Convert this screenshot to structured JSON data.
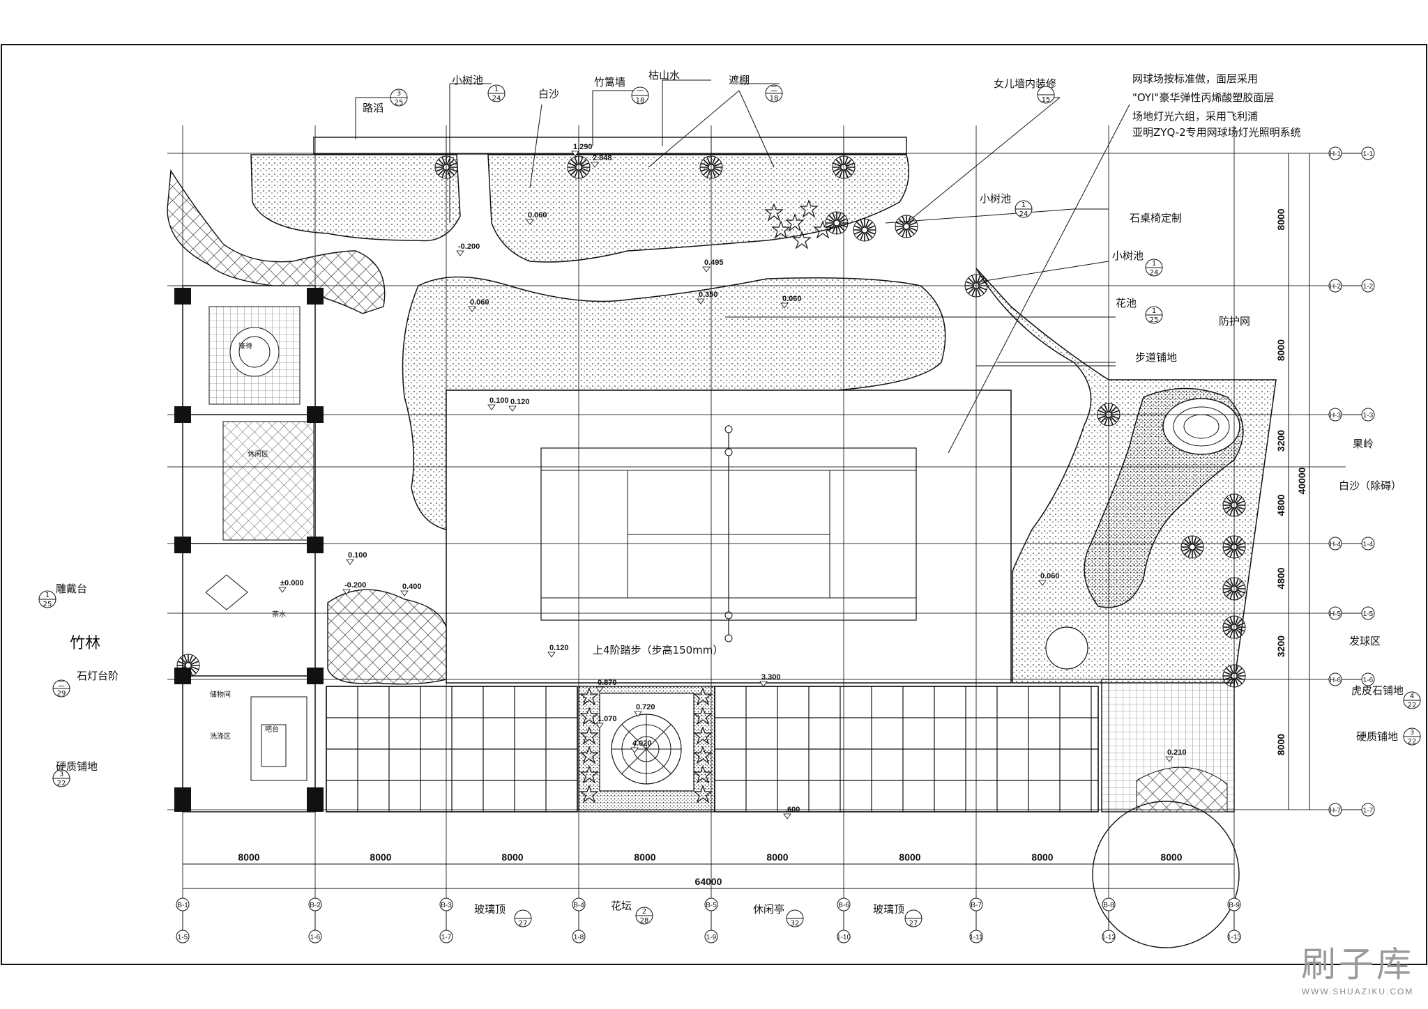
{
  "labels": {
    "road": "路滔",
    "small_pool": "小树池",
    "white_sand": "白沙",
    "bamboo_wall": "竹篱墙",
    "dry_landscape": "枯山水",
    "shade": "遮棚",
    "daughter_wall": "女儿墙内装修",
    "tennis_note_1": "网球场按标准做，面层采用",
    "tennis_note_2": "\"OYI\"豪华弹性丙烯酸塑胶面层",
    "light_note_1": "场地灯光六组，采用飞利浦",
    "light_note_2": "亚明ZYQ-2专用网球场灯光照明系统",
    "stone_table": "石桌椅定制",
    "small_pool_2": "小树池",
    "small_pool_3": "小树池",
    "flower_pool": "花池",
    "walkway": "步道铺地",
    "fence": "防护网",
    "rock": "果岭",
    "white_sand_2": "白沙（除碍）",
    "play_area": "发球区",
    "tiger_stone": "虎皮石铺地",
    "hard_paving_r": "硬质铺地",
    "pavilion_stage": "雕戴台",
    "bamboo": "竹林",
    "stone_lamp": "石灯台阶",
    "hard_paving_l": "硬质铺地",
    "steps_note": "上4阶踏步（步高150mm）",
    "glass_roof_1": "玻璃顶",
    "flower_bed": "花坛",
    "pavilion": "休闲亭",
    "glass_roof_2": "玻璃顶"
  },
  "refs": {
    "road": [
      "3",
      "25"
    ],
    "small_pool": [
      "1",
      "24"
    ],
    "bamboo_wall": [
      "一",
      "18"
    ],
    "shade": [
      "二",
      "18"
    ],
    "daughter_wall": [
      "",
      "15"
    ],
    "small_pool_2": [
      "1",
      "24"
    ],
    "small_pool_3": [
      "1",
      "24"
    ],
    "flower_pool": [
      "1",
      "25"
    ],
    "tiger_stone": [
      "4",
      "22"
    ],
    "hard_paving_r": [
      "3",
      "22"
    ],
    "pavilion_stage": [
      "1",
      "25"
    ],
    "stone_lamp": [
      "二",
      "29"
    ],
    "hard_paving_l": [
      "3",
      "22"
    ],
    "glass_roof_1": [
      "",
      "27"
    ],
    "flower_bed": [
      "2",
      "28"
    ],
    "pavilion": [
      "",
      "32"
    ],
    "glass_roof_2": [
      "",
      "27"
    ]
  },
  "levels": [
    "1.290",
    "2.848",
    "0.060",
    "-0.200",
    "0.060",
    "0.495",
    "0.350",
    "0.060",
    "0.100",
    "0.120",
    "±0.000",
    "0.100",
    "-0.200",
    "0.400",
    "0.120",
    "0.870",
    "0.720",
    "1.070",
    "4.020",
    "3.300",
    "0.060",
    "0.210",
    ".600"
  ],
  "dims_bottom": [
    "8000",
    "8000",
    "8000",
    "8000",
    "8000",
    "8000",
    "8000",
    "8000"
  ],
  "dim_total": "64000",
  "dims_right": [
    "8000",
    "8000",
    "3200",
    "4800",
    "4800",
    "3200",
    "8000"
  ],
  "dim_right_total": "40000",
  "axes_bottom_top": [
    "B-1",
    "B-2",
    "B-3",
    "B-4",
    "B-5",
    "B-6",
    "B-7",
    "B-8",
    "B-9"
  ],
  "axes_bottom_bot": [
    "1-5",
    "1-6",
    "1-7",
    "1-8",
    "1-9",
    "1-10",
    "1-11",
    "1-12",
    "1-13"
  ],
  "axes_right_in": [
    "H-1",
    "H-2",
    "H-3",
    "H-4",
    "H-5",
    "H-6",
    "H-7"
  ],
  "axes_right_out": [
    "1-1",
    "1-2",
    "1-3",
    "1-4",
    "1-5",
    "1-6",
    "1-7"
  ],
  "rooms": {
    "reception": "接待",
    "lounge": "休闲区",
    "tea": "茶水",
    "bar": "吧台",
    "storage": "储物间",
    "wash": "洗涤区"
  },
  "watermark": {
    "cn": "刷子库",
    "en": "WWW.SHUAZIKU.COM"
  }
}
